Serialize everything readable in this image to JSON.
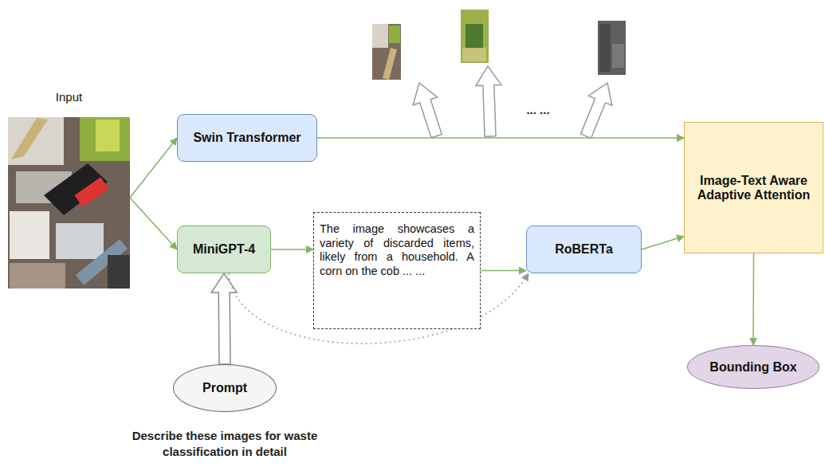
{
  "diagram": {
    "nodes": [
      {
        "text": [
          "Input"
        ]
      },
      {
        "text": [
          "Swin Transformer"
        ]
      },
      {
        "text": [
          "MiniGPT-4"
        ]
      },
      {
        "text": [
          "The image showcases a variety of discarded items, likely from a household. A corn on the cob ... ..."
        ]
      },
      {
        "text": [
          "RoBERTa"
        ]
      },
      {
        "text": [
          "Image-Text Aware Adaptive Attention"
        ]
      },
      {
        "text": [
          "Bounding Box"
        ]
      },
      {
        "text": [
          "Prompt"
        ]
      }
    ],
    "edges": [
      {
        "from": 0,
        "to": 1,
        "arrow": "to"
      },
      {
        "from": 0,
        "to": 2,
        "arrow": "to"
      },
      {
        "from": 1,
        "to": 5,
        "arrow": "to"
      },
      {
        "from": 2,
        "to": 3,
        "arrow": "to"
      },
      {
        "from": 3,
        "to": 4,
        "arrow": "to"
      },
      {
        "from": 4,
        "to": 5,
        "arrow": "to"
      },
      {
        "from": 5,
        "to": 6,
        "arrow": "to"
      },
      {
        "from": 7,
        "to": 2,
        "arrow": "to"
      },
      {
        "from": 2,
        "to": 4,
        "arrow": "to"
      }
    ],
    "labels": [
      "... ...",
      "Describe these images for waste classification in detail"
    ]
  }
}
